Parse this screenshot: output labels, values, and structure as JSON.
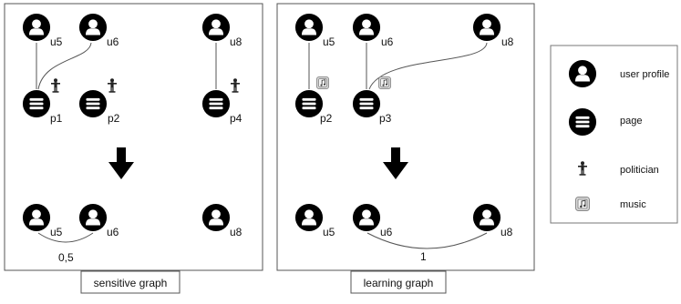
{
  "panels": {
    "sensitive": {
      "caption": "sensitive graph",
      "top": {
        "users": [
          "u5",
          "u6",
          "u8"
        ],
        "pages": [
          "p1",
          "p2",
          "p4"
        ]
      },
      "bottom": {
        "users": [
          "u5",
          "u6",
          "u8"
        ],
        "edge_weight": "0,5"
      }
    },
    "learning": {
      "caption": "learning graph",
      "top": {
        "users": [
          "u5",
          "u6",
          "u8"
        ],
        "pages": [
          "p2",
          "p3"
        ]
      },
      "bottom": {
        "users": [
          "u5",
          "u6",
          "u8"
        ],
        "edge_weight": "1"
      }
    }
  },
  "legend": {
    "user_profile": "user profile",
    "page": "page",
    "politician": "politician",
    "music": "music"
  },
  "icons": {
    "user": "user-profile-icon",
    "page": "page-icon",
    "politician": "politician-icon",
    "music": "music-icon",
    "arrow": "down-arrow-icon"
  },
  "colors": {
    "node_fill": "#000000",
    "node_glyph": "#ffffff",
    "panel_border": "#555555",
    "music_fill": "#d9d9d9"
  }
}
